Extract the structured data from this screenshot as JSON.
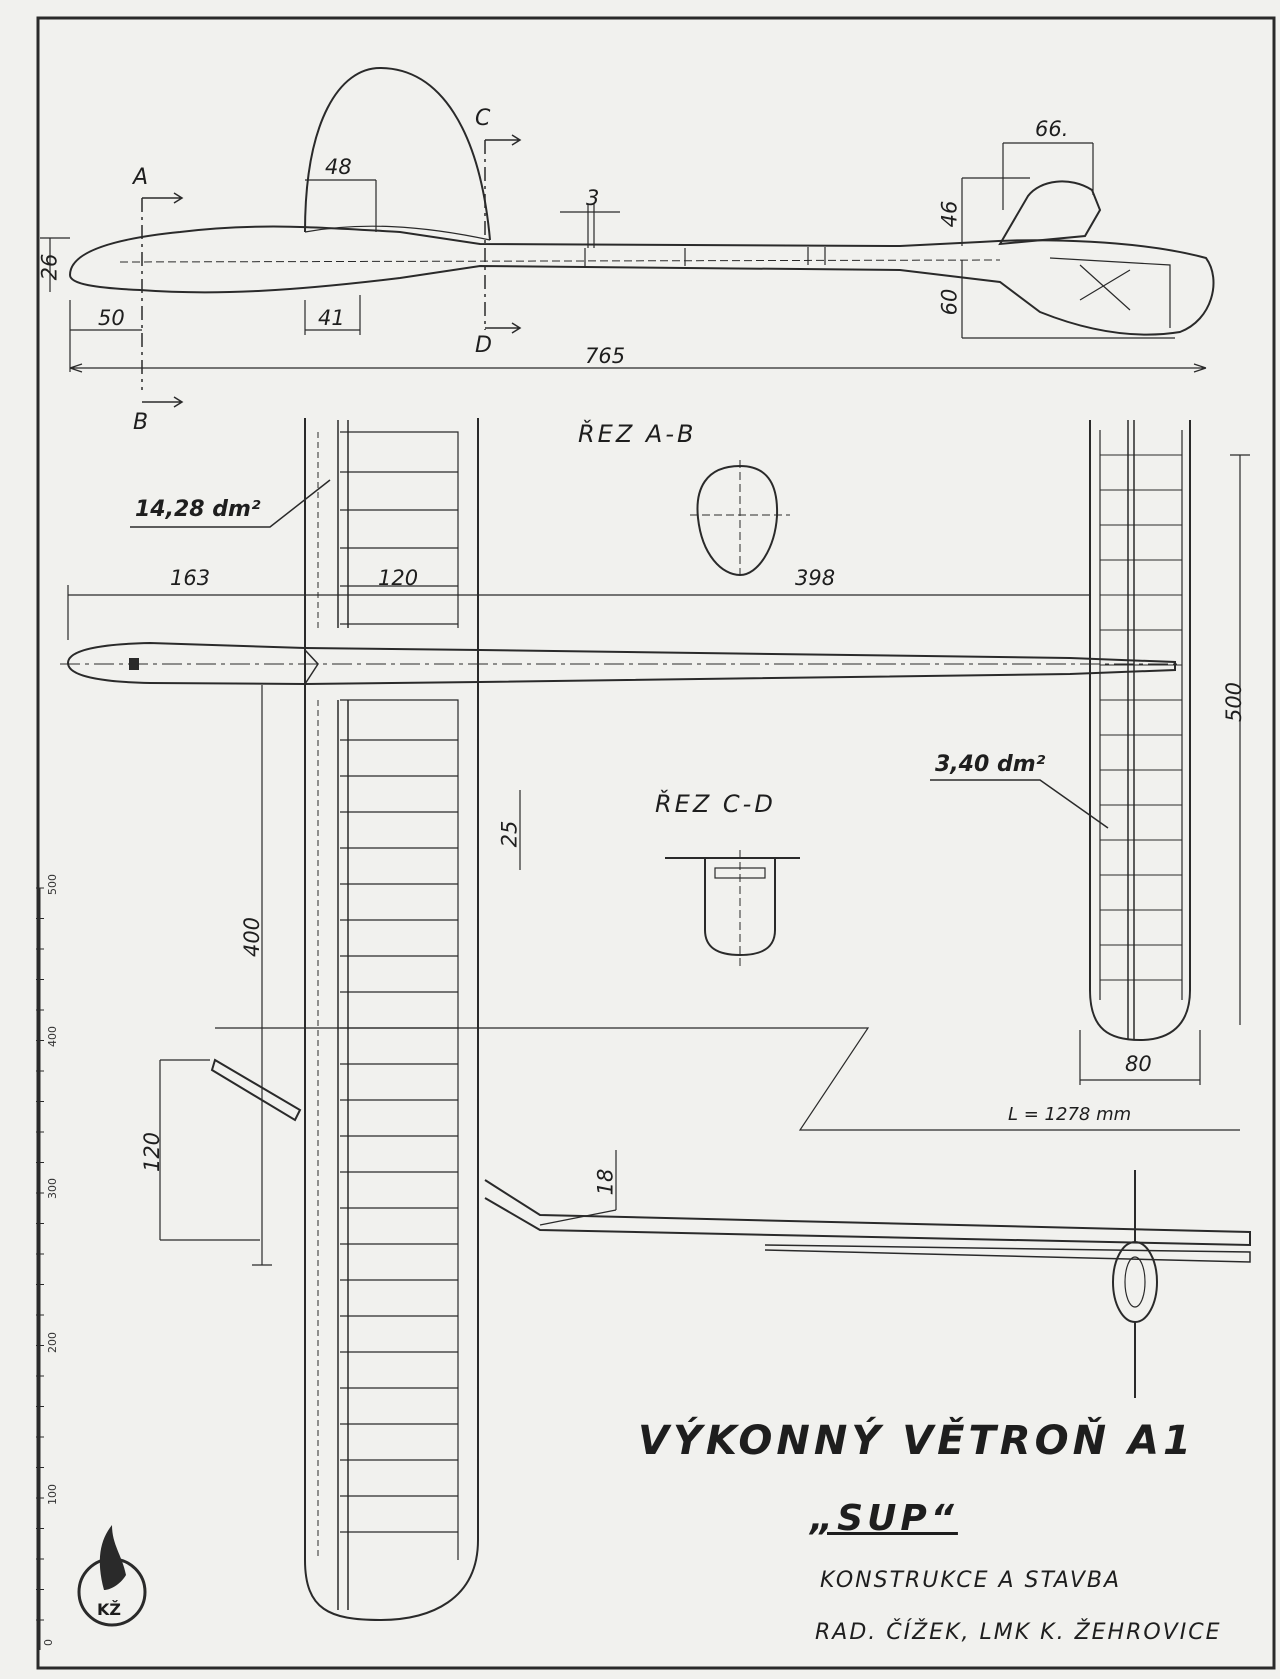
{
  "title": "VÝKONNÝ VĚTROŇ A1",
  "name": "„SUP“",
  "credits": [
    "KONSTRUKCE A STAVBA",
    "RAD. ČÍŽEK, LMK K. ŽEHROVICE"
  ],
  "section_marks": {
    "a": "A",
    "b": "B",
    "c": "C",
    "d": "D"
  },
  "section_titles": {
    "ab": "ŘEZ A-B",
    "cd": "ŘEZ C-D"
  },
  "areas": {
    "wing": "14,28 dm²",
    "stab": "3,40 dm²"
  },
  "length_note": "L = 1278 mm",
  "dims": {
    "d48": "48",
    "d3": "3",
    "d66": "66.",
    "d26": "26",
    "d46": "46",
    "d60": "60",
    "d50": "50",
    "d41": "41",
    "d765": "765",
    "d163": "163",
    "d120a": "120",
    "d398": "398",
    "d500": "500",
    "d25": "25",
    "d400": "400",
    "d120b": "120",
    "d80": "80",
    "d18": "18"
  },
  "scale_ticks": [
    "500",
    "400",
    "300",
    "200",
    "100",
    "0"
  ],
  "logo_text": "KŽ"
}
